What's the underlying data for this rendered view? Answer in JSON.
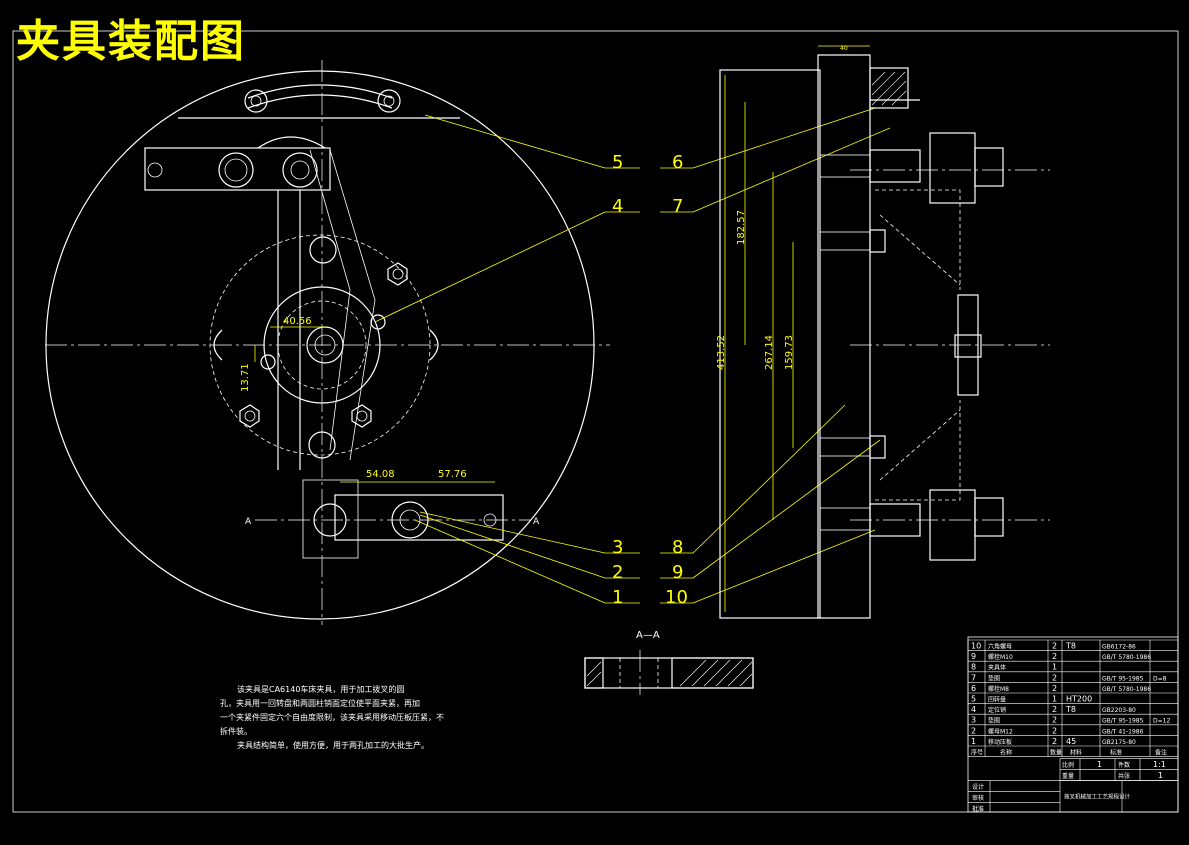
{
  "title": "夹具装配图",
  "balloons": [
    "1",
    "2",
    "3",
    "4",
    "5",
    "6",
    "7",
    "8",
    "9",
    "10"
  ],
  "dimensions": {
    "d_40_56": "40.56",
    "d_13_71": "13.71",
    "d_54_08": "54.08",
    "d_57_76": "57.76",
    "d_413_52": "413.52",
    "d_267_14": "267.14",
    "d_182_57": "182.57",
    "d_159_73": "159.73",
    "d_top": "40"
  },
  "section": {
    "cut_label": "A",
    "view_label": "A—A"
  },
  "notes": {
    "line1": "该夹具是CA6140车床夹具，用于加工拨叉的圆",
    "line2": "孔，夹具用一回转盘和两圆柱销面定位使平面夹紧，再加",
    "line3": "一个夹紧件固定六个自由度限制，该夹具采用移动压板压紧，不",
    "line4": "拆件装。",
    "line5": "夹具结构简单，使用方便，用于两孔加工的大批生产。"
  },
  "bom": [
    {
      "no": "10",
      "name": "六角螺母",
      "qty": "2",
      "mat": "T8",
      "std": "GB6172-86",
      "note": ""
    },
    {
      "no": "9",
      "name": "螺栓M10",
      "qty": "2",
      "mat": "",
      "std": "GB/T 5780-1986",
      "note": ""
    },
    {
      "no": "8",
      "name": "夹具体",
      "qty": "1",
      "mat": "",
      "std": "",
      "note": ""
    },
    {
      "no": "7",
      "name": "垫圈",
      "qty": "2",
      "mat": "",
      "std": "GB/T 95-1985",
      "note": "D=8"
    },
    {
      "no": "6",
      "name": "螺栓M8",
      "qty": "2",
      "mat": "",
      "std": "GB/T 5780-1986",
      "note": ""
    },
    {
      "no": "5",
      "name": "回转盘",
      "qty": "1",
      "mat": "HT200",
      "std": "",
      "note": ""
    },
    {
      "no": "4",
      "name": "定位销",
      "qty": "2",
      "mat": "T8",
      "std": "GB2203-80",
      "note": ""
    },
    {
      "no": "3",
      "name": "垫圈",
      "qty": "2",
      "mat": "",
      "std": "GB/T 95-1985",
      "note": "D=12"
    },
    {
      "no": "2",
      "name": "螺母M12",
      "qty": "2",
      "mat": "",
      "std": "GB/T 41-1986",
      "note": ""
    },
    {
      "no": "1",
      "name": "移动压板",
      "qty": "2",
      "mat": "45",
      "std": "GB2175-80",
      "note": ""
    }
  ],
  "title_block": {
    "h_no": "序号",
    "h_name": "名称",
    "h_qty": "数量",
    "h_mat": "材料",
    "h_std": "标准",
    "h_note": "备注",
    "scale_lbl": "比例",
    "scale_val": "1:1",
    "qty_lbl": "件数",
    "qty_val": "1",
    "wt_lbl": "重量",
    "sheet_lbl": "共张",
    "sheet_val": "1",
    "design": "设计",
    "check": "审核",
    "approve": "批准",
    "project": "拨叉机械加工工艺规程设计"
  }
}
